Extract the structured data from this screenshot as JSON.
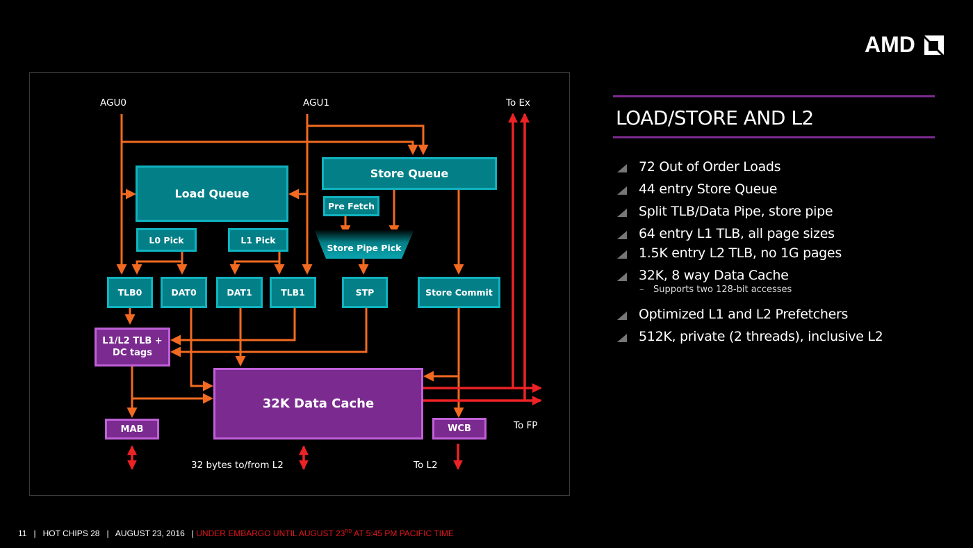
{
  "brand": {
    "logo_text": "AMD",
    "accent_purple": "#7d2a8f",
    "teal": "#037f87",
    "teal_border": "#10b3bf",
    "purple_block": "#7b2a8f",
    "orange_line": "#f26a21",
    "red_line": "#ee2225"
  },
  "slide": {
    "title": "LOAD/STORE AND L2",
    "bullets": [
      {
        "text": "72 Out of Order Loads"
      },
      {
        "text": "44 entry Store Queue"
      },
      {
        "text": "Split TLB/Data Pipe, store pipe"
      },
      {
        "text": "64 entry L1 TLB, all page sizes"
      },
      {
        "text": "1.5K entry L2 TLB, no 1G pages"
      },
      {
        "text": "32K, 8 way Data Cache",
        "sub": "Supports two 128-bit accesses"
      },
      {
        "text": "Optimized L1 and L2 Prefetchers"
      },
      {
        "text": "512K, private (2 threads), inclusive L2"
      }
    ]
  },
  "diagram": {
    "labels": {
      "agu0": "AGU0",
      "agu1": "AGU1",
      "to_ex": "To Ex",
      "to_fp": "To FP",
      "to_l2": "To L2",
      "l2_bus": "32 bytes to/from L2"
    },
    "blocks": {
      "load_queue": "Load Queue",
      "store_queue": "Store Queue",
      "pre_fetch": "Pre Fetch",
      "store_pipe_pick": "Store Pipe Pick",
      "l0_pick": "L0 Pick",
      "l1_pick": "L1 Pick",
      "tlb0": "TLB0",
      "dat0": "DAT0",
      "dat1": "DAT1",
      "tlb1": "TLB1",
      "stp": "STP",
      "store_commit": "Store Commit",
      "tlb_tags_line1": "L1/L2 TLB +",
      "tlb_tags_line2": "DC tags",
      "data_cache": "32K Data Cache",
      "mab": "MAB",
      "wcb": "WCB"
    }
  },
  "footer": {
    "page": "11",
    "sep": "|",
    "event": "HOT CHIPS 28",
    "date": "AUGUST 23, 2016",
    "embargo_prefix": "UNDER EMBARGO UNTIL  AUGUST 23",
    "embargo_sup": "RD",
    "embargo_suffix": " AT 5:45 PM PACIFIC TIME"
  }
}
